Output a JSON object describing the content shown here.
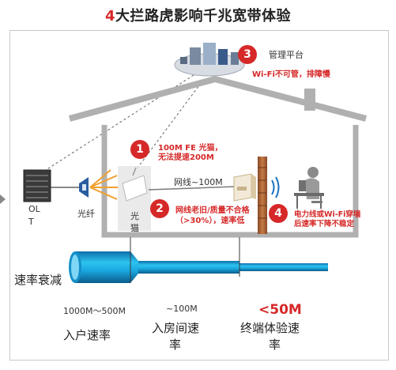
{
  "title": {
    "number": "4",
    "text": "大拦路虎影响千兆宽带体验"
  },
  "devices": {
    "olt_line1": "OL",
    "olt_line2": "T",
    "fiber": "光纤",
    "modem_line1": "光",
    "modem_line2": "猫",
    "cable": "网线~100M"
  },
  "points": [
    {
      "num": "1",
      "line1": "100M  FE 光猫，",
      "line2": "无法提速200M"
    },
    {
      "num": "2",
      "line1": "网线老旧/质量不合格",
      "line2": "（>30%），速率低"
    },
    {
      "num": "3",
      "label": "管理平台",
      "line1": "Wi-Fi不可管，排障慢"
    },
    {
      "num": "4",
      "line1": "电力线或Wi-Fi穿墙",
      "line2": "后速率下降不稳定"
    }
  ],
  "attenuation": {
    "label": "速率衰减",
    "stages": [
      {
        "value": "1000M～500M",
        "line1": "入户速率",
        "line2": ""
      },
      {
        "value": "~100M",
        "line1": "入房间速",
        "line2": "率"
      },
      {
        "value": "<50M",
        "line1": "终端体验速",
        "line2": "率"
      }
    ]
  },
  "colors": {
    "accent_red": "#d62828",
    "fiber_blue": "#1aa8e0",
    "house_gray": "#b0b0b0"
  }
}
